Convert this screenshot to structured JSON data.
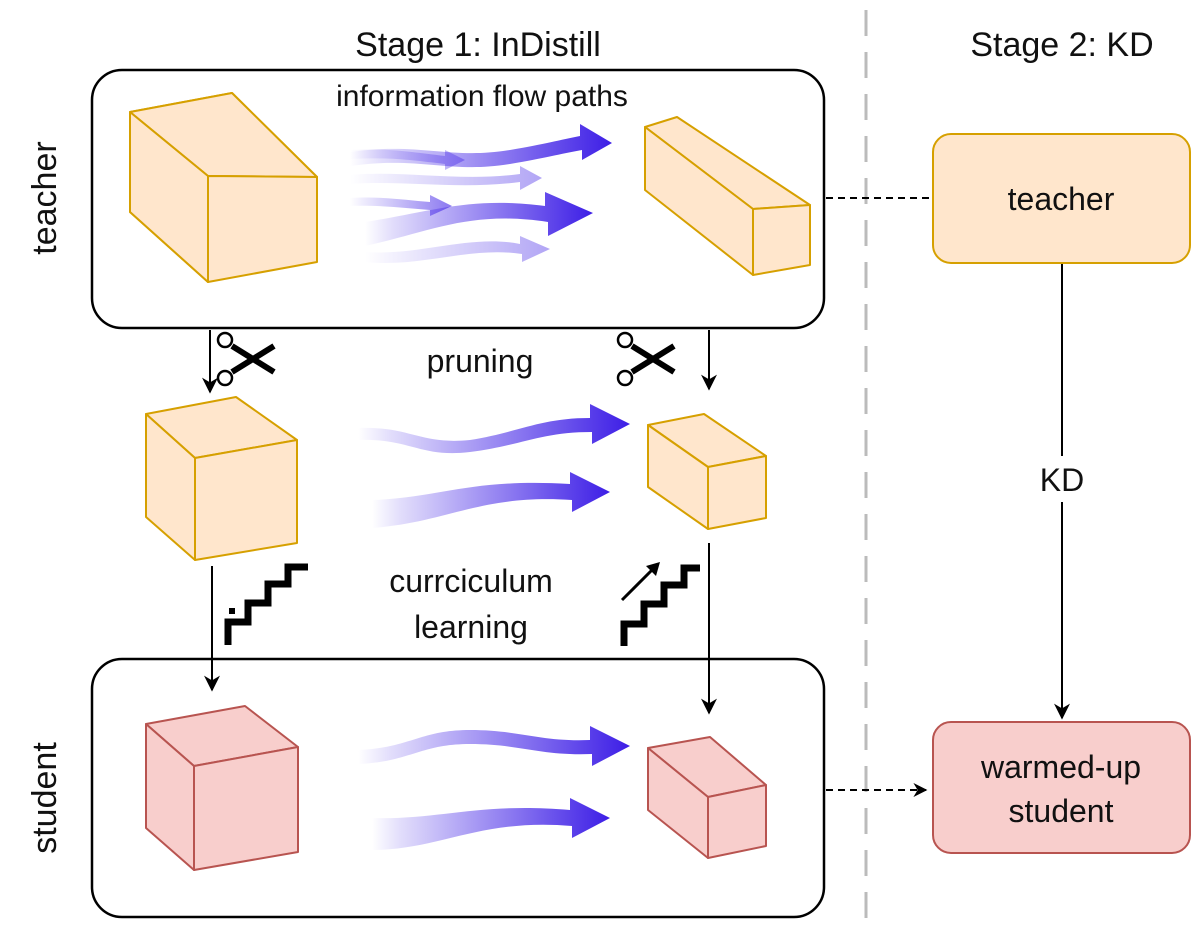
{
  "stage1": {
    "title": "Stage 1: InDistill",
    "flow_caption": "information flow paths",
    "pruning_label": "pruning",
    "curriculum_line1": "currciculum",
    "curriculum_line2": "learning"
  },
  "stage2": {
    "title": "Stage 2: KD",
    "teacher_box": "teacher",
    "kd_label": "KD",
    "student_box_line1": "warmed-up",
    "student_box_line2": "student"
  },
  "rows": {
    "teacher_label": "teacher",
    "student_label": "student"
  },
  "colors": {
    "teacher_fill": "#ffe6cc",
    "teacher_stroke": "#d6a000",
    "student_fill": "#f8cecc",
    "student_stroke": "#b85450",
    "flow_arrow": "#3d1ee6",
    "divider": "#bbbbbb"
  },
  "icons": [
    "scissors-icon",
    "staircase-icon",
    "staircase-up-arrow-icon"
  ]
}
